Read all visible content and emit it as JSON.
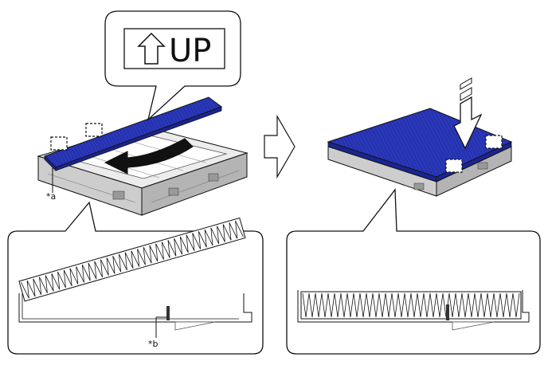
{
  "callout": {
    "text": "UP"
  },
  "labels": {
    "a": "*a",
    "b": "*b"
  },
  "icons": {
    "up_arrow": "up-arrow-icon",
    "direction_arrow": "right-hollow-arrow-icon",
    "push_arrow": "down-push-arrow-icon",
    "rotate_arrow": "curved-arrow-icon"
  },
  "colors": {
    "filter_blue": "#2a37b8",
    "filter_dark": "#1a2590",
    "case_light": "#e9e9e9",
    "case_mid": "#c8c8c8",
    "case_dark": "#a8a8a8",
    "line": "#111111"
  }
}
